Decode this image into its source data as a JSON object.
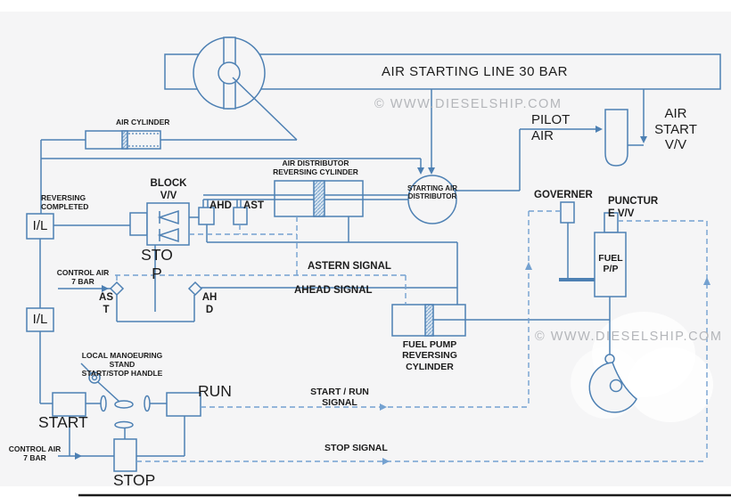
{
  "colors": {
    "background": "#f5f5f6",
    "line": "#4d80b3",
    "dashed_line": "#74a1d0",
    "text": "#1c1c1c",
    "watermark": "#b4b6ba",
    "hatch_fill": "#d9e5f1"
  },
  "watermark": "© WWW.DIESELSHIP.COM",
  "labels": {
    "air_line": "AIR STARTING LINE 30 BAR",
    "pilot_air": "PILOT\nAIR",
    "air_start_vv": "AIR START\nV/V",
    "air_cylinder": "AIR CYLINDER",
    "reversing_completed": "REVERSING\nCOMPLETED",
    "interlock_1": "I/L",
    "interlock_2": "I/L",
    "block_vv": "BLOCK\nV/V",
    "ahd_valve": "AHD",
    "ast_valve": "AST",
    "air_distributor_reversing_cylinder": "AIR DISTRIBUTOR\nREVERSING CYLINDER",
    "starting_air_distributor": "STARTING AIR\nDISTRIBUTOR",
    "governer": "GOVERNER",
    "puncture_vv": "PUNCTUR\nE V/V",
    "fuel_pump": "FUEL\nP/P",
    "stop_valve": "STO\nP",
    "control_air_upper": "CONTROL AIR\n7 BAR",
    "control_air_lower": "CONTROL AIR\n7 BAR",
    "ast_port": "AS\nT",
    "ahd_port": "AH\nD",
    "astern_signal": "ASTERN SIGNAL",
    "ahead_signal": "AHEAD SIGNAL",
    "fuel_pump_reversing_cylinder": "FUEL PUMP\nREVERSING\nCYLINDER",
    "local_stand": "LOCAL MANOEURING\nSTAND\nSTART/STOP HANDLE",
    "start": "START",
    "run": "RUN",
    "stop": "STOP",
    "start_run_signal": "START / RUN\nSIGNAL",
    "stop_signal": "STOP SIGNAL"
  }
}
